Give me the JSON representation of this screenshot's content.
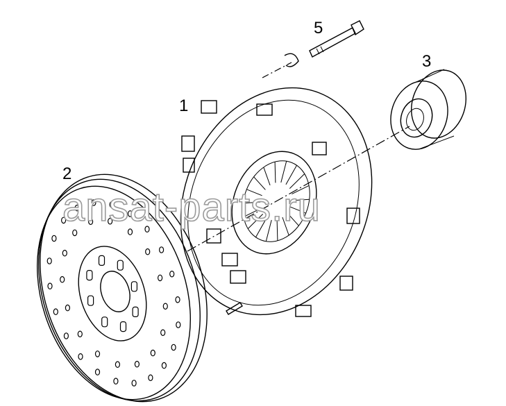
{
  "callouts": {
    "pressure_plate": "1",
    "clutch_disc": "2",
    "release_bearing": "3",
    "bolt": "5"
  },
  "watermark": "ansat-parts.ru",
  "colors": {
    "line": "#000000",
    "background": "#ffffff",
    "watermark_outline": "#9a9a9a"
  }
}
